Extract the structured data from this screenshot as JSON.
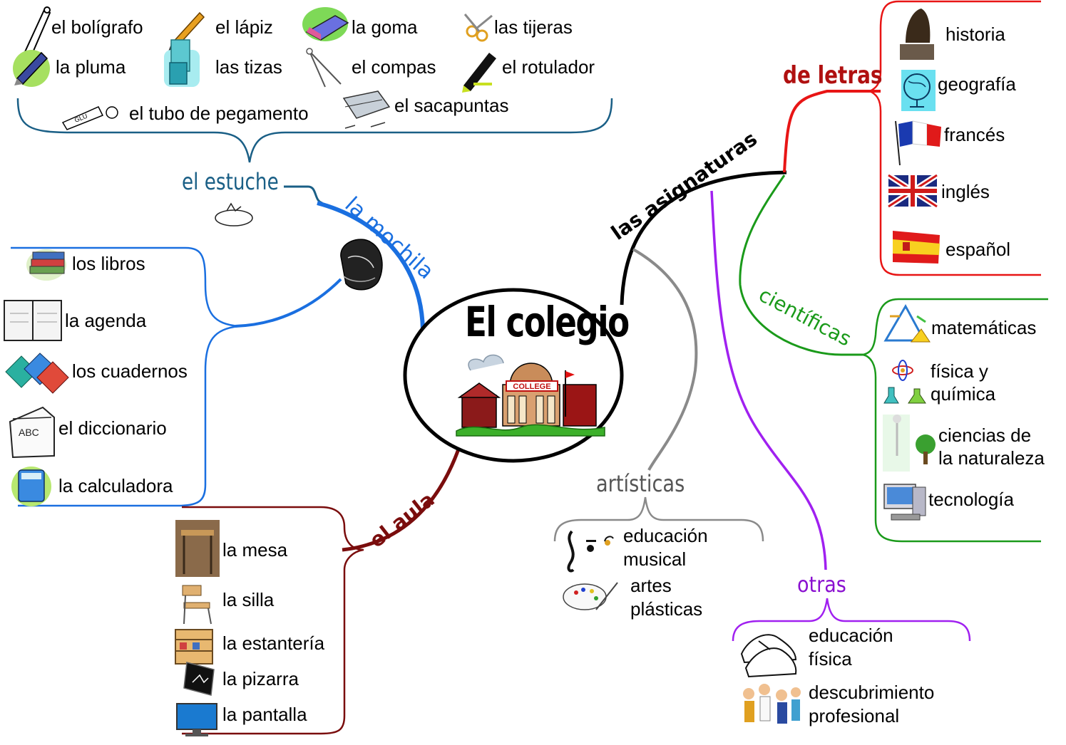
{
  "center": {
    "title": "El colegio",
    "sign": "COLLEGE"
  },
  "branches": {
    "estuche": "el estuche",
    "mochila": "la mochila",
    "aula": "el aula",
    "asignaturas": "las asignaturas",
    "letras": "de letras",
    "cientificas": "científicas",
    "artisticas": "artísticas",
    "otras": "otras"
  },
  "estuche_items": [
    "el bolígrafo",
    "el lápiz",
    "la goma",
    "las tijeras",
    "la pluma",
    "las tizas",
    "el compas",
    "el rotulador",
    "el tubo de pegamento",
    "el sacapuntas"
  ],
  "mochila_items": [
    "los libros",
    "la agenda",
    "los cuadernos",
    "el diccionario",
    "la calculadora"
  ],
  "aula_items": [
    "la mesa",
    "la silla",
    "la estantería",
    "la pizarra",
    "la pantalla"
  ],
  "letras_items": [
    "historia",
    "geografía",
    "francés",
    "inglés",
    "español"
  ],
  "cientificas_items": [
    "matemáticas",
    "física y",
    "química",
    "ciencias de",
    "la naturaleza",
    "tecnología"
  ],
  "artisticas_items": [
    "educación",
    "musical",
    "artes",
    "plásticas"
  ],
  "otras_items": [
    "educación",
    "física",
    "descubrimiento",
    "profesional"
  ],
  "icon_labels": {
    "glue": "GLU",
    "dictionary": "ABC"
  },
  "colors": {
    "estuche": "#1a5f86",
    "mochila": "#1a6fe0",
    "aula": "#7a0d0d",
    "asignaturas": "#000000",
    "letras": "#e81515",
    "cientificas": "#1a9a1a",
    "artisticas": "#8a8a8a",
    "otras": "#a020f0"
  }
}
